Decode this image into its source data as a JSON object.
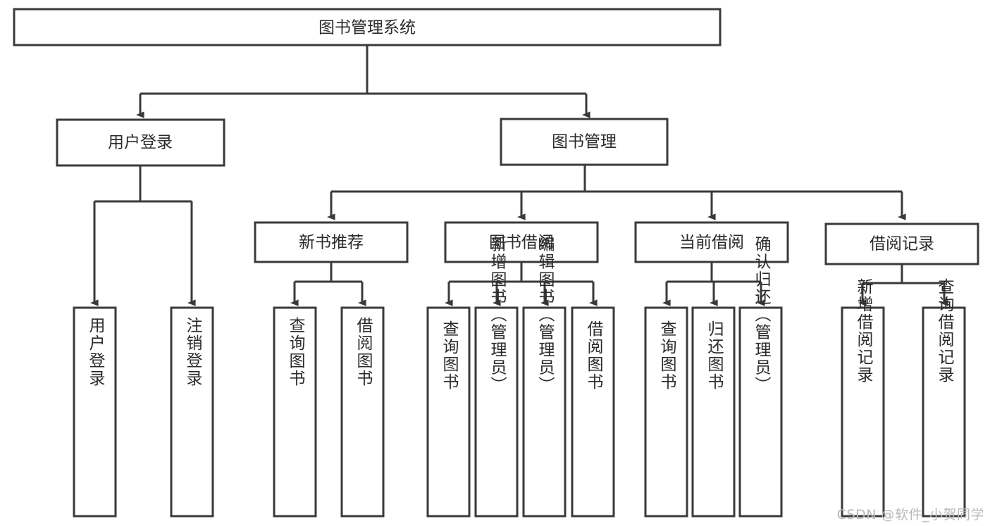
{
  "diagram": {
    "title": "图书管理系统",
    "type": "hierarchy-tree",
    "colors": {
      "box_stroke": "#3a3a3a",
      "box_fill": "#ffffff",
      "link": "#3a3a3a",
      "text": "#2b2b2b",
      "watermark": "#b9b9b9",
      "background": "#ffffff"
    },
    "root": {
      "id": "root",
      "label": "图书管理系统"
    },
    "level1": [
      {
        "id": "user-login",
        "label": "用户登录"
      },
      {
        "id": "book-management",
        "label": "图书管理"
      }
    ],
    "level2": [
      {
        "id": "new-book-recommend",
        "label": "新书推荐",
        "parent": "book-management"
      },
      {
        "id": "book-borrow",
        "label": "图书借阅",
        "parent": "book-management"
      },
      {
        "id": "current-borrow",
        "label": "当前借阅",
        "parent": "book-management"
      },
      {
        "id": "borrow-record",
        "label": "借阅记录",
        "parent": "book-management"
      }
    ],
    "leaves": [
      {
        "id": "leaf-user-login",
        "label": "用户登录",
        "parent": "user-login"
      },
      {
        "id": "leaf-user-logout",
        "label": "注销登录",
        "parent": "user-login"
      },
      {
        "id": "leaf-query-book-1",
        "label": "查询图书",
        "parent": "new-book-recommend"
      },
      {
        "id": "leaf-borrow-book-1",
        "label": "借阅图书",
        "parent": "new-book-recommend"
      },
      {
        "id": "leaf-query-book-2",
        "label": "查询图书",
        "parent": "book-borrow"
      },
      {
        "id": "leaf-add-book",
        "label": "新增图书（管理员）",
        "parent": "book-borrow"
      },
      {
        "id": "leaf-edit-book",
        "label": "编辑图书（管理员）",
        "parent": "book-borrow"
      },
      {
        "id": "leaf-borrow-book-2",
        "label": "借阅图书",
        "parent": "book-borrow"
      },
      {
        "id": "leaf-query-book-3",
        "label": "查询图书",
        "parent": "current-borrow"
      },
      {
        "id": "leaf-return-book",
        "label": "归还图书",
        "parent": "current-borrow"
      },
      {
        "id": "leaf-confirm-return",
        "label": "确认归还（管理员）",
        "parent": "current-borrow"
      },
      {
        "id": "leaf-add-record",
        "label": "新增借阅记录",
        "parent": "borrow-record"
      },
      {
        "id": "leaf-query-record",
        "label": "查询借阅记录",
        "parent": "borrow-record"
      }
    ]
  },
  "watermark": {
    "text": "CSDN @软件_小贺同学"
  }
}
